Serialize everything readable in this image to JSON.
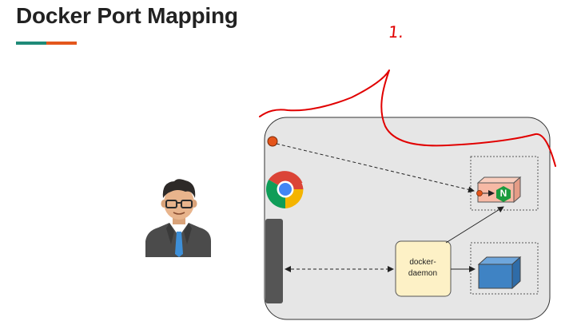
{
  "slide": {
    "title": "Docker Port Mapping"
  },
  "diagram": {
    "daemon_label": "docker-\ndaemon",
    "nginx_logo_letter": "N"
  },
  "annotation": {
    "handwritten_text": "1."
  },
  "colors": {
    "title_underline_left": "#1f8a78",
    "title_underline_right": "#e4571c",
    "host_box_fill": "#e6e6e6",
    "host_box_border": "#333333",
    "daemon_fill": "#fdf1c6",
    "nginx_container_fill": "#f7b9a5",
    "nginx_logo_green": "#1a9b3e",
    "container_blue": "#3f83c4",
    "port_dot": "#e4541a",
    "annotation_red": "#e10000",
    "browser_bar": "#555555"
  },
  "icons": [
    "person-icon",
    "chrome-icon",
    "nginx-icon",
    "container-cube-icon"
  ]
}
